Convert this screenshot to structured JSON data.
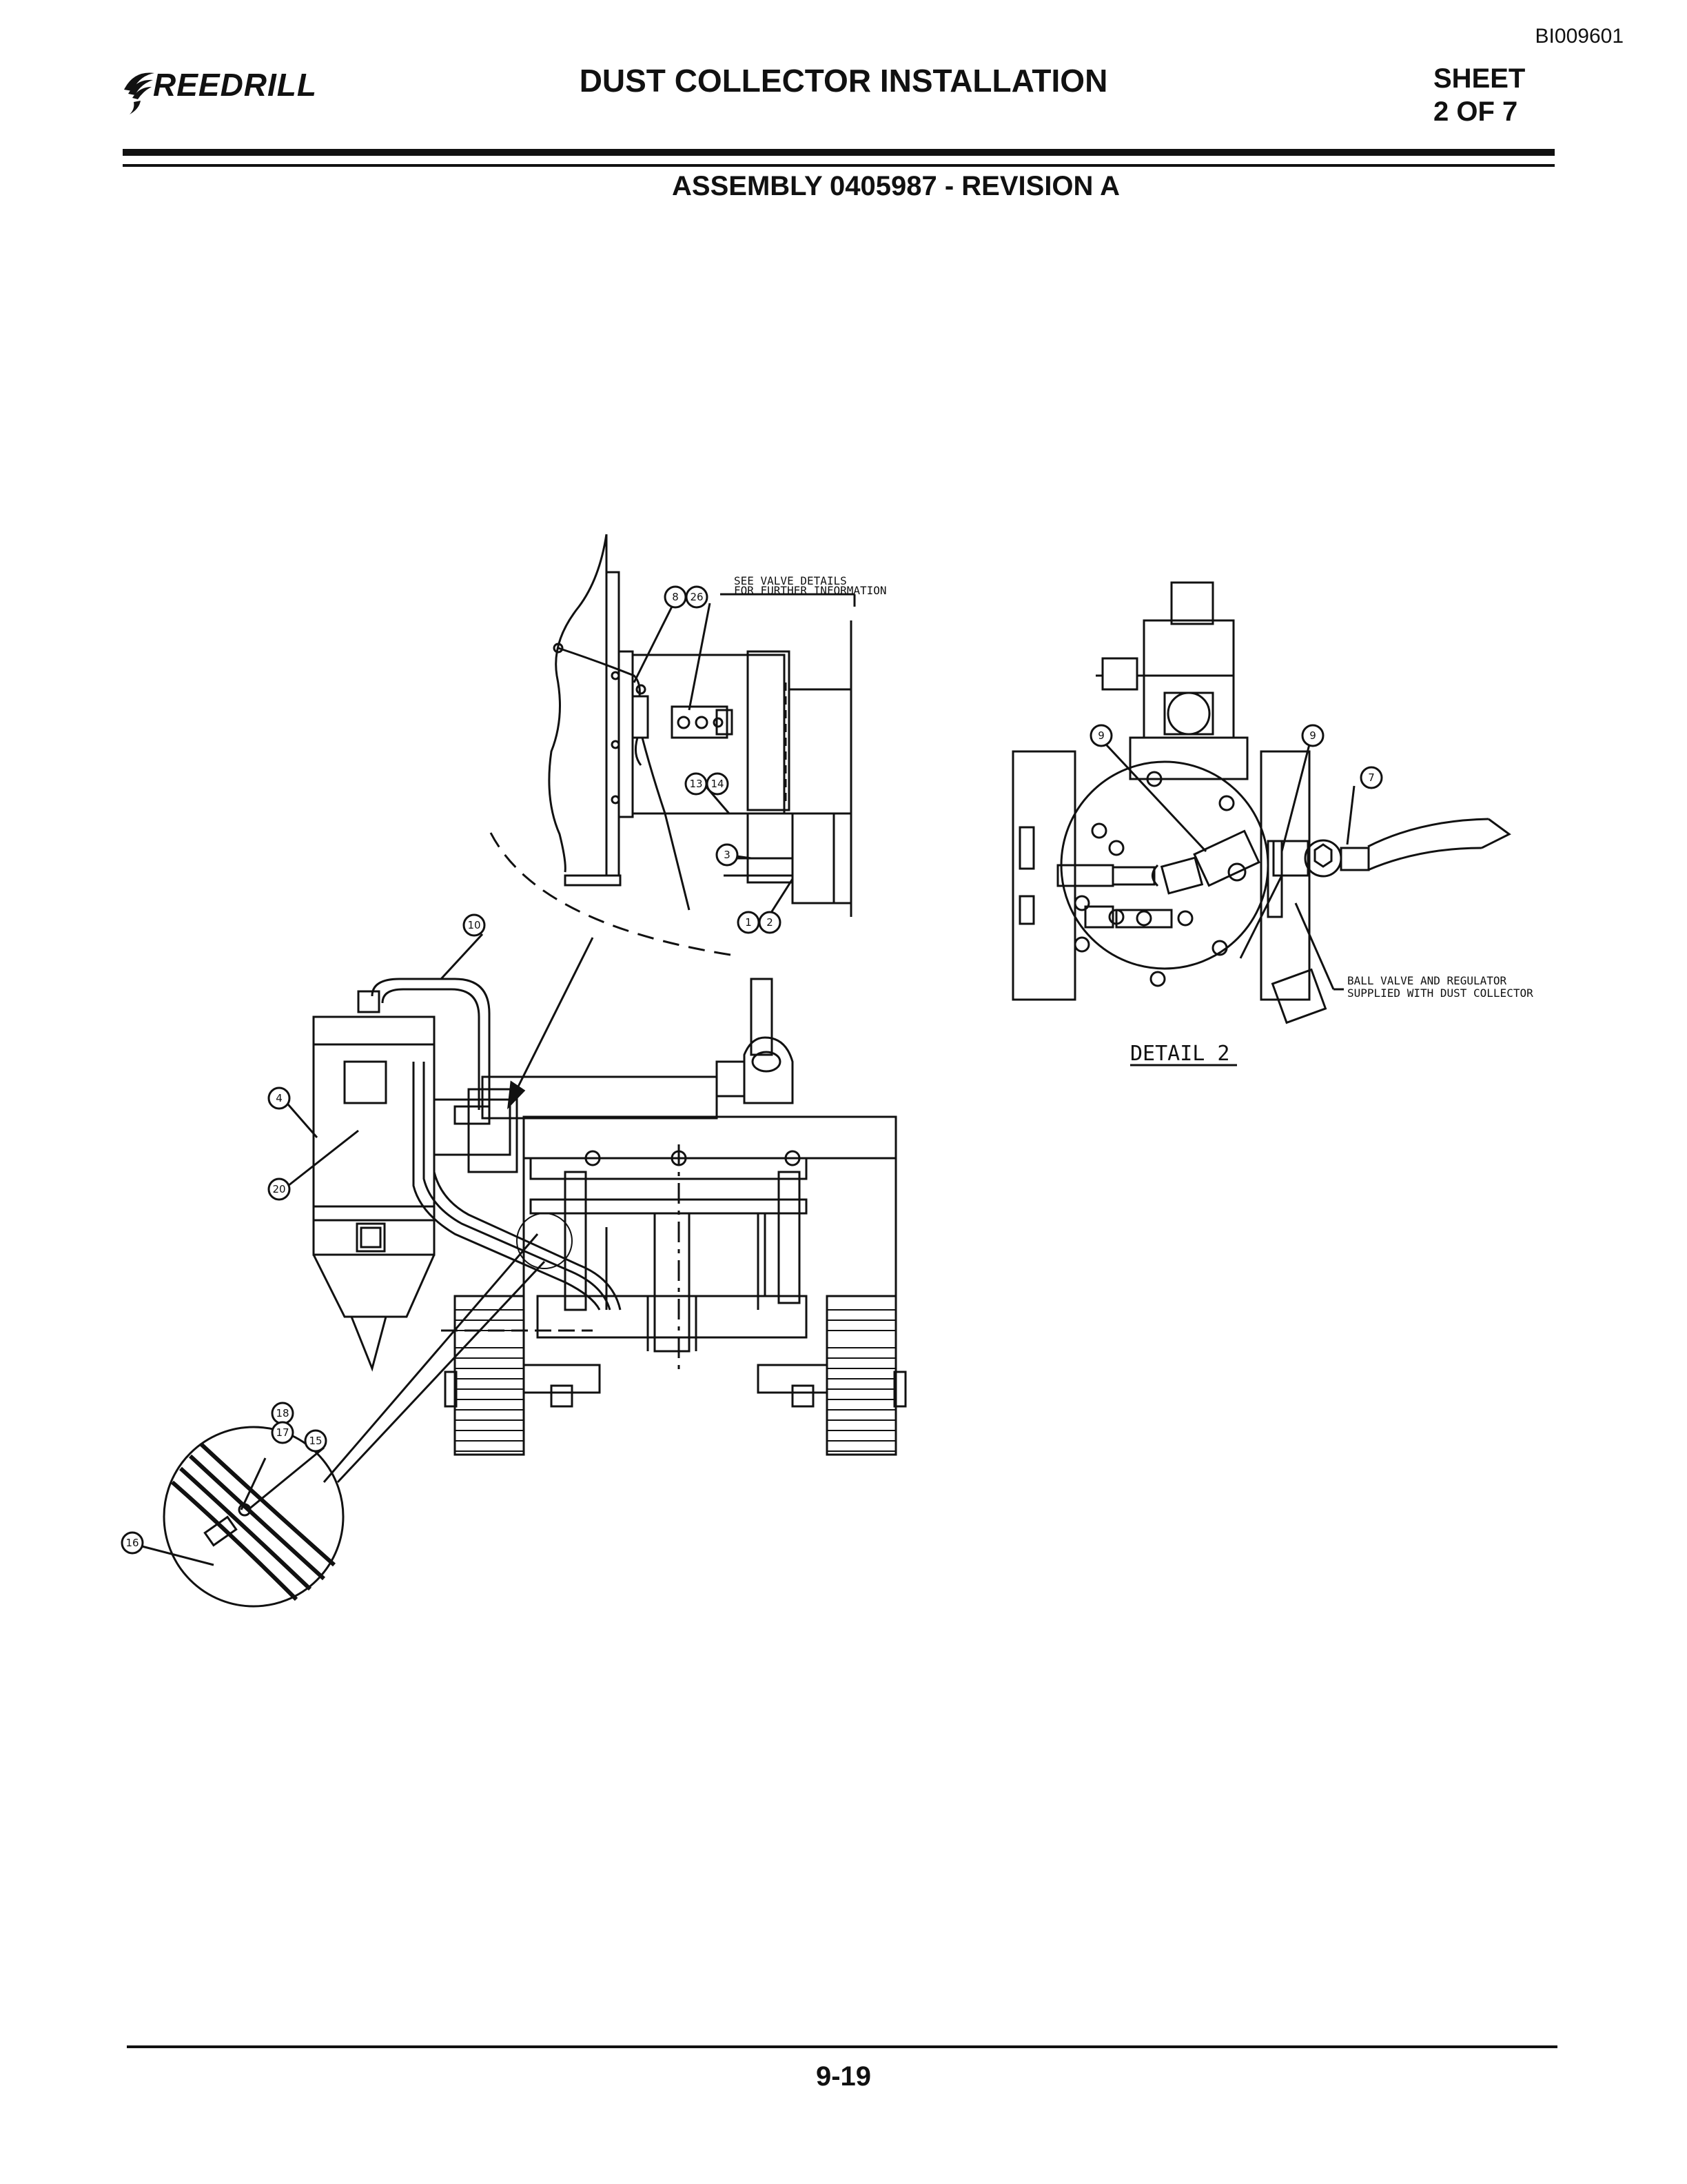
{
  "header": {
    "doc_id": "BI009601",
    "logo_text": "REEDRILL",
    "title": "DUST COLLECTOR INSTALLATION",
    "sheet_line1": "SHEET",
    "sheet_line2": "2  OF 7",
    "subtitle": "ASSEMBLY 0405987 - REVISION A"
  },
  "diagram": {
    "note_valve_line1": "SEE VALVE DETAILS",
    "note_valve_line2": "FOR FURTHER INFORMATION",
    "note_ball_line1": "BALL VALVE AND REGULATOR",
    "note_ball_line2": "SUPPLIED WITH DUST COLLECTOR",
    "detail_label": "DETAIL 2",
    "callouts": {
      "c8": "8",
      "c26": "26",
      "c13": "13",
      "c14": "14",
      "c3": "3",
      "c1": "1",
      "c2": "2",
      "c10": "10",
      "c4": "4",
      "c20": "20",
      "c18": "18",
      "c17": "17",
      "c15": "15",
      "c16": "16",
      "c9a": "9",
      "c9b": "9",
      "c7": "7"
    }
  },
  "footer": {
    "page_number": "9-19"
  }
}
